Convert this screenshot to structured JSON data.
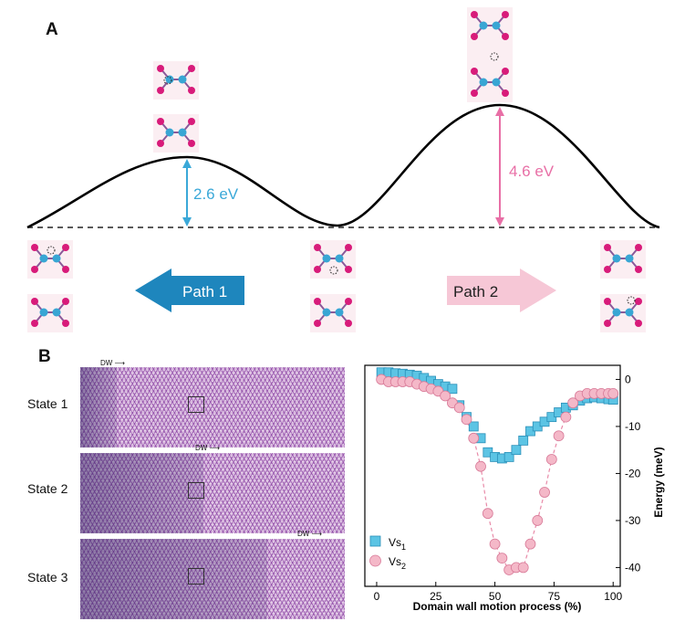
{
  "panel_a": {
    "label": "A",
    "barrier_path1": "2.6 eV",
    "barrier_path2": "4.6 eV",
    "arrow_path1": "Path 1",
    "arrow_path2": "Path 2",
    "colors": {
      "path1": "#3aa8d8",
      "path2": "#e86fa6",
      "curve": "#000000"
    }
  },
  "panel_b": {
    "label": "B",
    "states": [
      {
        "label": "State 1",
        "dw_label": "DW"
      },
      {
        "label": "State 2",
        "dw_label": "DW"
      },
      {
        "label": "State 3",
        "dw_label": "DW"
      }
    ]
  },
  "chart_data": {
    "type": "scatter",
    "xlabel": "Domain wall motion process (%)",
    "ylabel": "Energy (meV)",
    "xlim": [
      -5,
      103
    ],
    "ylim": [
      -44,
      3
    ],
    "xticks": [
      0,
      25,
      50,
      75,
      100
    ],
    "yticks": [
      0,
      -10,
      -20,
      -30,
      -40
    ],
    "legend_position": "bottom-left",
    "series": [
      {
        "name": "Vs1",
        "legend_base": "Vs",
        "legend_sub": "1",
        "marker": "square",
        "color": "#5cc4e4",
        "x": [
          2,
          5,
          8,
          11,
          14,
          17,
          20,
          23,
          26,
          29,
          32,
          35,
          38,
          41,
          44,
          47,
          50,
          53,
          56,
          59,
          62,
          65,
          68,
          71,
          74,
          77,
          80,
          83,
          86,
          89,
          92,
          95,
          98,
          100
        ],
        "y": [
          1.5,
          1.5,
          1.3,
          1.2,
          1.0,
          0.8,
          0.3,
          -0.3,
          -1.0,
          -1.5,
          -2.0,
          -5.5,
          -8.0,
          -10,
          -12.5,
          -15.5,
          -16.5,
          -16.8,
          -16.5,
          -15.0,
          -13.0,
          -11.0,
          -10.0,
          -9.0,
          -8.0,
          -7.0,
          -6.0,
          -5.5,
          -4.5,
          -4.0,
          -3.8,
          -4.0,
          -4.2,
          -4.3
        ]
      },
      {
        "name": "Vs2",
        "legend_base": "Vs",
        "legend_sub": "2",
        "marker": "circle",
        "color": "#f4b8c8",
        "x": [
          2,
          5,
          8,
          11,
          14,
          17,
          20,
          23,
          26,
          29,
          32,
          35,
          38,
          41,
          44,
          47,
          50,
          53,
          56,
          59,
          62,
          65,
          68,
          71,
          74,
          77,
          80,
          83,
          86,
          89,
          92,
          95,
          98,
          100
        ],
        "y": [
          0,
          -0.5,
          -0.5,
          -0.5,
          -0.5,
          -1,
          -1.5,
          -2,
          -2.5,
          -3.5,
          -5,
          -6,
          -8.5,
          -12.5,
          -18.5,
          -28.5,
          -35,
          -38,
          -40.5,
          -40,
          -40,
          -35,
          -30,
          -24,
          -17,
          -12,
          -8,
          -5,
          -3.5,
          -3,
          -3,
          -3,
          -3,
          -3
        ]
      }
    ]
  }
}
